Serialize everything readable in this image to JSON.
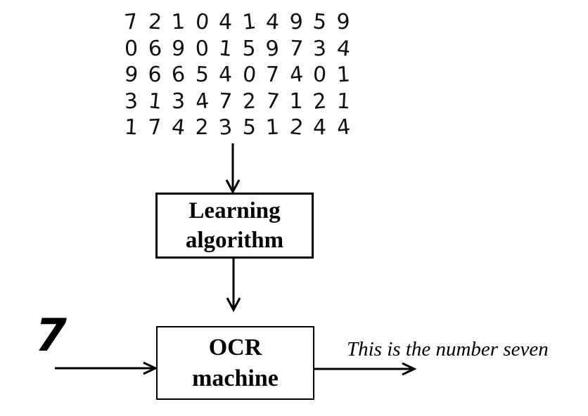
{
  "diagram": {
    "training_digits": [
      [
        "7",
        "2",
        "1",
        "0",
        "4",
        "1",
        "4",
        "9",
        "5",
        "9"
      ],
      [
        "0",
        "6",
        "9",
        "0",
        "1",
        "5",
        "9",
        "7",
        "3",
        "4"
      ],
      [
        "9",
        "6",
        "6",
        "5",
        "4",
        "0",
        "7",
        "4",
        "0",
        "1"
      ],
      [
        "3",
        "1",
        "3",
        "4",
        "7",
        "2",
        "7",
        "1",
        "2",
        "1"
      ],
      [
        "1",
        "7",
        "4",
        "2",
        "3",
        "5",
        "1",
        "2",
        "4",
        "4"
      ]
    ],
    "learning_box": {
      "line1": "Learning",
      "line2": "algorithm"
    },
    "ocr_box": {
      "line1": "OCR",
      "line2": "machine"
    },
    "input_digit": "7",
    "output_text": "This is the number seven"
  }
}
